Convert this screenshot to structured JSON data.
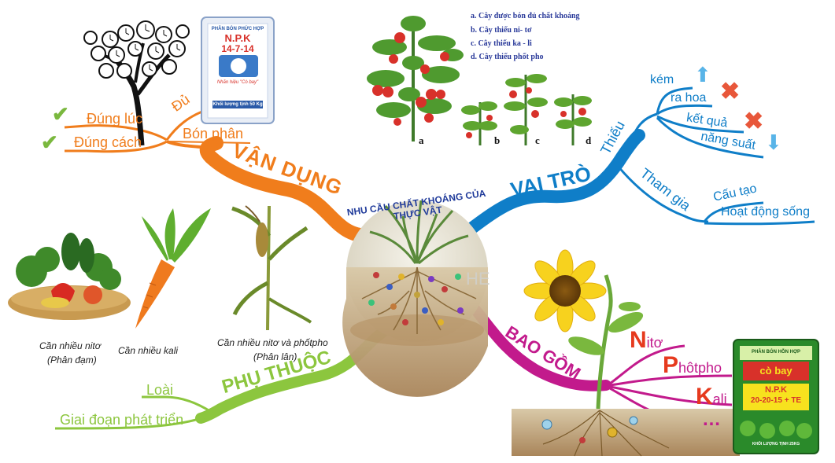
{
  "center": {
    "title": "NHU CẦU CHẤT KHOÁNG CỦA THỰC VẬT",
    "watermark": "HE"
  },
  "branches": {
    "van_dung": {
      "label": "VẬN DỤNG",
      "color": "#f07d1c",
      "sub": {
        "bon_phan": "Bón phân",
        "du": "Đủ",
        "dung_luc": "Đúng lúc",
        "dung_cach": "Đúng cách"
      }
    },
    "vai_tro": {
      "label": "VAI TRÒ",
      "color": "#0f7ec8",
      "sub": {
        "thieu": "Thiếu",
        "kem": "kém",
        "ra_hoa": "ra hoa",
        "ket_qua": "kết quả",
        "nang_suat": "năng suất",
        "tham_gia": "Tham gia",
        "cau_tao": "Cấu tạo",
        "hoat_dong_song": "Hoạt động sống"
      }
    },
    "phu_thuoc": {
      "label": "PHỤ THUỘC",
      "color": "#8cc63e",
      "sub": {
        "loai": "Loài",
        "giai_doan": "Giai đoạn phát triển"
      }
    },
    "bao_gom": {
      "label": "BAO GỒM",
      "color": "#c21a8c",
      "sub": {
        "nito_initial": "N",
        "nito_rest": "itơ",
        "photpho_initial": "P",
        "photpho_rest": "hôtpho",
        "kali_initial": "K",
        "kali_rest": "ali",
        "more": "…"
      }
    }
  },
  "tomato_legend": [
    "a.   Cây được bón đủ chất khoáng",
    "b.   Cây thiếu ni- tơ",
    "c.   Cây thiếu ka - li",
    "d.   Cây thiếu phốt pho"
  ],
  "tomato_letters": [
    "a",
    "b",
    "c",
    "d"
  ],
  "captions": {
    "veg_line1": "Cần nhiều nitơ",
    "veg_line2": "(Phân đạm)",
    "carrot": "Cần nhiều kali",
    "corn_line1": "Cần nhiều nitơ và phốtpho",
    "corn_line2": "(Phân lân)"
  },
  "npk_bag_white": {
    "header": "PHÂN BÓN PHỨC HỢP",
    "name": "N.P.K",
    "ratio": "14-7-14",
    "brand": "Nhãn hiệu \"Cò bay\"",
    "weight": "Khối lượng tịnh 50 Kg"
  },
  "npk_bag_green": {
    "header": "PHÂN BÓN HỖN HỢP",
    "brand": "cò bay",
    "name": "N.P.K",
    "ratio": "20-20-15 + TE",
    "weight": "KHỐI LƯỢNG TỊNH 25KG"
  },
  "icons": {
    "check": "check-icon",
    "cross": "cross-icon",
    "arrow_up": "arrow-up-icon",
    "arrow_down": "arrow-down-icon"
  }
}
